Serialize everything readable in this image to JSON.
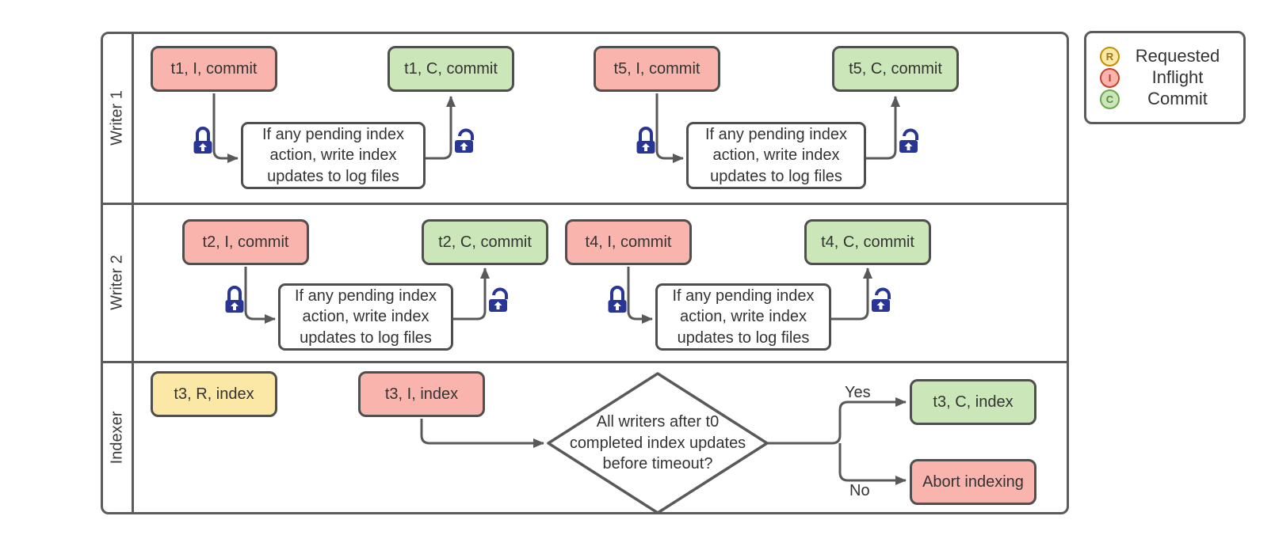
{
  "lanes": [
    {
      "label": "Writer 1"
    },
    {
      "label": "Writer 2"
    },
    {
      "label": "Indexer"
    }
  ],
  "process_note": "If any pending index action, write index updates to log files",
  "decision": {
    "question": "All writers after t0 completed index updates before timeout?",
    "yes_label": "Yes",
    "no_label": "No"
  },
  "nodes": {
    "t1_inflight": "t1, I, commit",
    "t1_commit": "t1, C, commit",
    "t5_inflight": "t5, I, commit",
    "t5_commit": "t5, C, commit",
    "t2_inflight": "t2, I, commit",
    "t2_commit": "t2, C, commit",
    "t4_inflight": "t4, I, commit",
    "t4_commit": "t4, C, commit",
    "t3_requested": "t3, R, index",
    "t3_inflight": "t3, I, index",
    "t3_commit": "t3, C, index",
    "abort": "Abort indexing"
  },
  "legend": {
    "items": [
      {
        "letter": "R",
        "label": "Requested",
        "fill": "#fbe8a6"
      },
      {
        "letter": "I",
        "label": "Inflight",
        "fill": "#f9b4ad"
      },
      {
        "letter": "C",
        "label": "Commit",
        "fill": "#cbe6b8"
      }
    ]
  },
  "colors": {
    "requested_fill": "#fbe8a6",
    "inflight_fill": "#f9b4ad",
    "commit_fill": "#cbe6b8",
    "shape_border": "#4f4f4f",
    "lane_border": "#5b5b5b",
    "connector": "#595959",
    "lock": "#283593"
  }
}
